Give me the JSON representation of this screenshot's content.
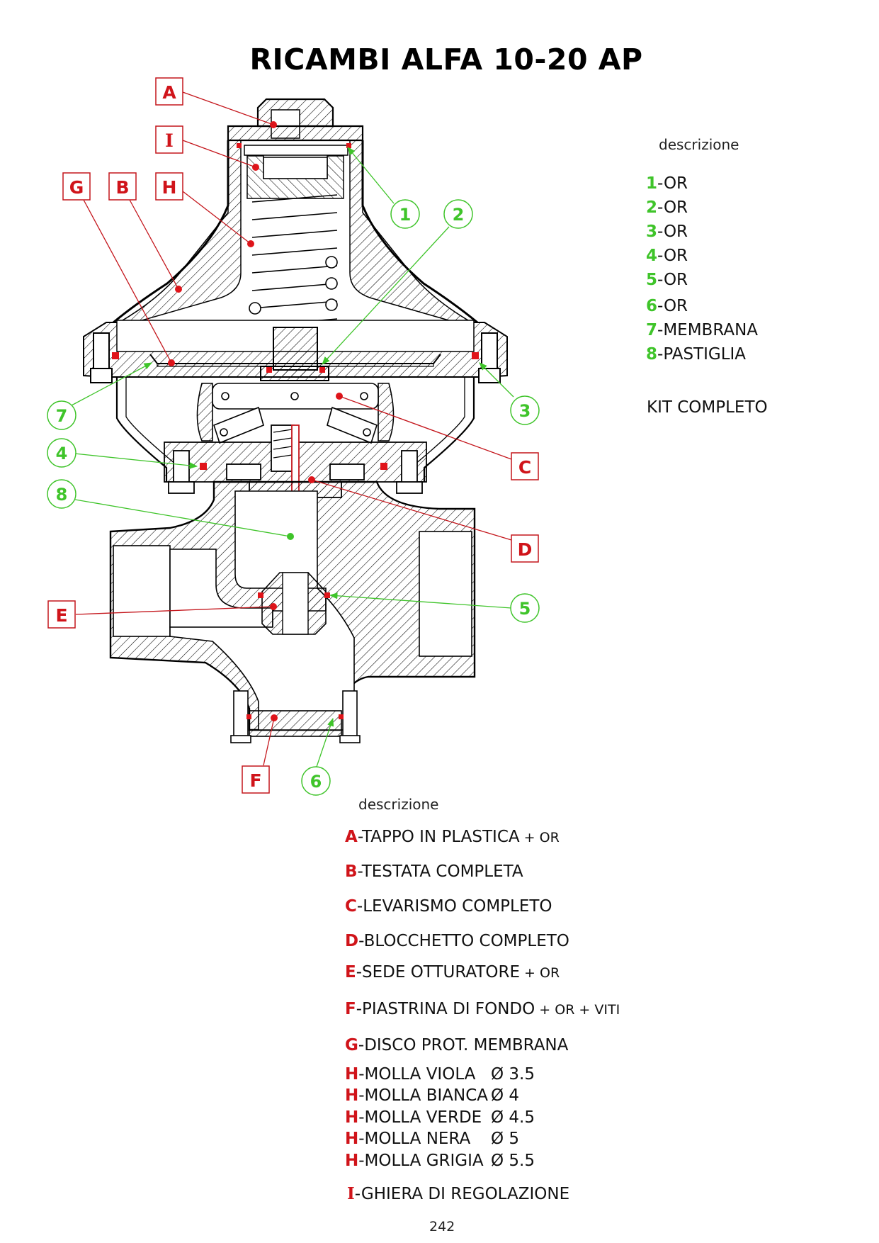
{
  "title": "RICAMBI ALFA 10-20 AP",
  "colors": {
    "o_ring_green": "#3fc42a",
    "part_red": "#d0141a",
    "outline": "#000000"
  },
  "drawing": {
    "callouts_letters": [
      "A",
      "I",
      "G",
      "B",
      "H",
      "C",
      "D",
      "E",
      "F"
    ],
    "callouts_numbers": [
      "1",
      "2",
      "3",
      "4",
      "5",
      "6",
      "7",
      "8"
    ]
  },
  "or_legend": {
    "heading": "descrizione",
    "items": [
      {
        "key": "1",
        "label": "-OR"
      },
      {
        "key": "2",
        "label": "-OR"
      },
      {
        "key": "3",
        "label": "-OR"
      },
      {
        "key": "4",
        "label": "-OR"
      },
      {
        "key": "5",
        "label": "-OR"
      },
      {
        "key": "6",
        "label": "-OR"
      },
      {
        "key": "7",
        "label": "-MEMBRANA"
      },
      {
        "key": "8",
        "label": "-PASTIGLIA"
      }
    ],
    "kit": "KIT COMPLETO"
  },
  "parts_legend": {
    "heading": "descrizione",
    "items": [
      {
        "key": "A",
        "label": "-TAPPO IN PLASTICA",
        "extra": " + OR"
      },
      {
        "key": "B",
        "label": "-TESTATA COMPLETA",
        "extra": ""
      },
      {
        "key": "C",
        "label": "-LEVARISMO COMPLETO",
        "extra": ""
      },
      {
        "key": "D",
        "label": "-BLOCCHETTO COMPLETO",
        "extra": ""
      },
      {
        "key": "E",
        "label": "-SEDE OTTURATORE",
        "extra": " + OR"
      },
      {
        "key": "F",
        "label": "-PIASTRINA DI FONDO",
        "extra": " + OR + VITI"
      },
      {
        "key": "G",
        "label": "-DISCO PROT. MEMBRANA",
        "extra": ""
      },
      {
        "key": "H",
        "label": "-MOLLA VIOLA",
        "extra": "",
        "diameter": "Ø 3.5"
      },
      {
        "key": "H",
        "label": "-MOLLA BIANCA",
        "extra": "",
        "diameter": "Ø 4"
      },
      {
        "key": "H",
        "label": "-MOLLA VERDE",
        "extra": "",
        "diameter": "Ø 4.5"
      },
      {
        "key": "H",
        "label": "-MOLLA NERA",
        "extra": "",
        "diameter": "Ø 5"
      },
      {
        "key": "H",
        "label": "-MOLLA GRIGIA",
        "extra": "",
        "diameter": "Ø 5.5"
      },
      {
        "key": "I",
        "label": "-GHIERA DI REGOLAZIONE",
        "extra": ""
      }
    ]
  },
  "page_number": "242"
}
